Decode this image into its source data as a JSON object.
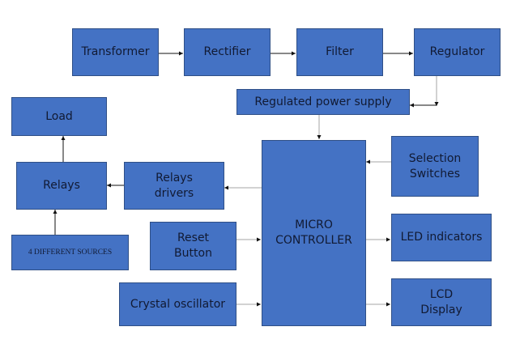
{
  "colors": {
    "box_fill": "#4472c4",
    "box_border": "#2f4f86",
    "text": "#111a33",
    "arrow_dark": "#111111",
    "arrow_gray": "#a6a6a6"
  },
  "blocks": {
    "transformer": "Transformer",
    "rectifier": "Rectifier",
    "filter": "Filter",
    "regulator": "Regulator",
    "regulated_power_supply": "Regulated power supply",
    "load": "Load",
    "relays": "Relays",
    "relays_drivers": "Relays\ndrivers",
    "four_sources": "4 DIFFERENT  SOURCES",
    "reset_button": "Reset\nButton",
    "crystal_oscillator": "Crystal oscillator",
    "microcontroller": "MICRO\nCONTROLLER",
    "selection_switches": "Selection\nSwitches",
    "led_indicators": "LED indicators",
    "lcd_display": "LCD\nDisplay"
  },
  "connections": [
    {
      "from": "transformer",
      "to": "rectifier"
    },
    {
      "from": "rectifier",
      "to": "filter"
    },
    {
      "from": "filter",
      "to": "regulator"
    },
    {
      "from": "regulator",
      "to": "regulated_power_supply"
    },
    {
      "from": "regulated_power_supply",
      "to": "microcontroller"
    },
    {
      "from": "selection_switches",
      "to": "microcontroller"
    },
    {
      "from": "microcontroller",
      "to": "relays_drivers"
    },
    {
      "from": "relays_drivers",
      "to": "relays"
    },
    {
      "from": "relays",
      "to": "load"
    },
    {
      "from": "four_sources",
      "to": "relays"
    },
    {
      "from": "reset_button",
      "to": "microcontroller"
    },
    {
      "from": "crystal_oscillator",
      "to": "microcontroller"
    },
    {
      "from": "microcontroller",
      "to": "led_indicators"
    },
    {
      "from": "microcontroller",
      "to": "lcd_display"
    }
  ]
}
